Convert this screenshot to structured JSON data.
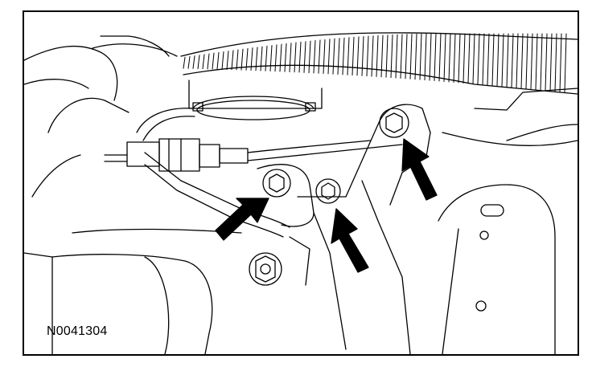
{
  "figure": {
    "id_label": "N0041304"
  },
  "style": {
    "line_color": "#000000",
    "background": "#ffffff"
  },
  "callouts": [
    {
      "name": "arrow-upper-right-bolt",
      "points_to": "bolt"
    },
    {
      "name": "arrow-middle-left-bolt",
      "points_to": "bolt"
    },
    {
      "name": "arrow-middle-right-bolt",
      "points_to": "bolt"
    }
  ]
}
